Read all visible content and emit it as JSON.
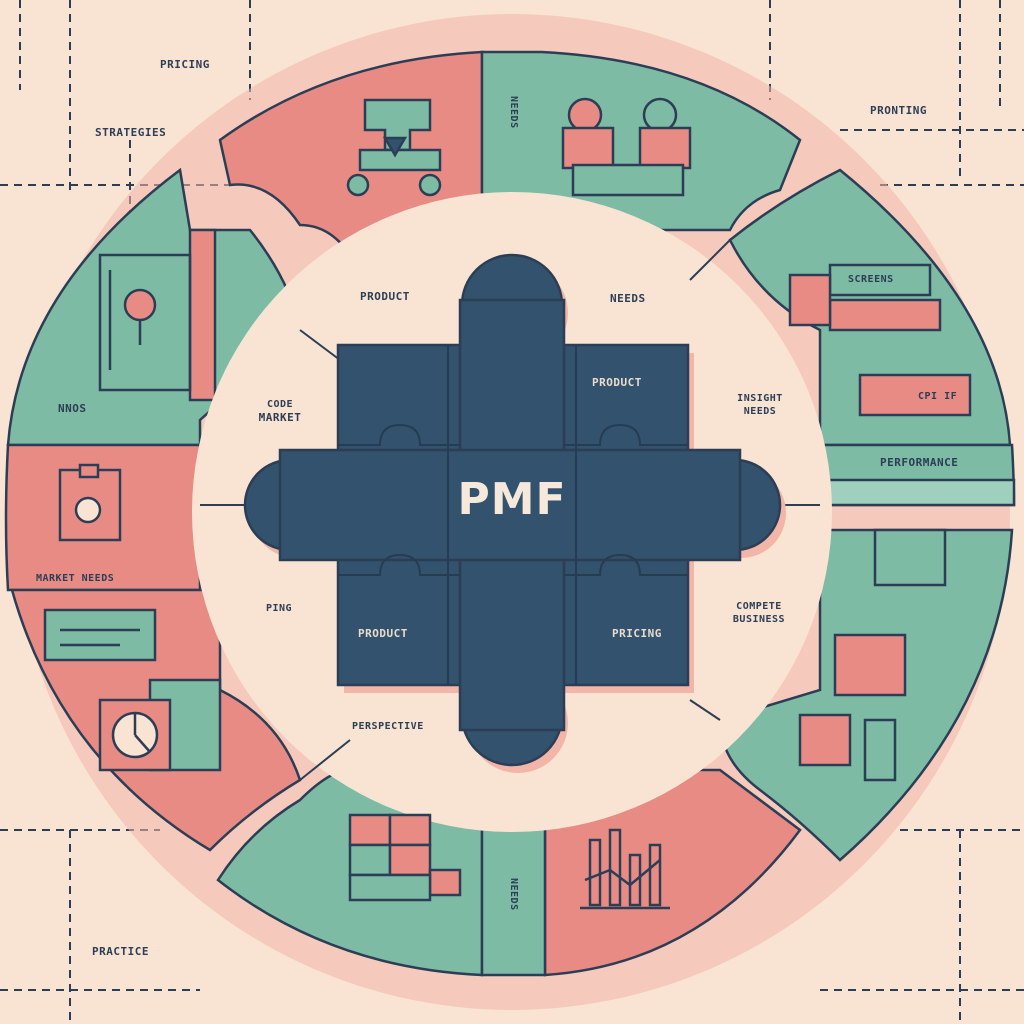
{
  "colors": {
    "background": "#f9e4d4",
    "navy": "#33526d",
    "teal": "#7dbba4",
    "coral": "#e98b85",
    "line": "#2c3e55",
    "shadow": "#f3b5a8"
  },
  "center": {
    "title": "PMF",
    "tl_label": "",
    "tr_label": "PRODUCT",
    "bl_label": "PRODUCT",
    "br_label": "PRICING"
  },
  "labels": {
    "top_left_1": "PRICING",
    "top_left_2": "STRATEGIES",
    "top_right": "PRONTING",
    "product_top": "PRODUCT",
    "needs_top": "NEEDS",
    "left_upper": "NNOS",
    "left_market_1": "CODE",
    "left_market_2": "MARKET",
    "right_insight_1": "INSIGHT",
    "right_insight_2": "NEEDS",
    "right_perf": "PERFORMANCE",
    "market_needs": "MARKET NEEDS",
    "ping": "PING",
    "right_compete_1": "COMPETE",
    "right_compete_2": "BUSINESS",
    "perspective": "PERSPECTIVE",
    "practice": "PRACTICE",
    "screens": "SCREENS",
    "top_vertical": "NEEDS",
    "bottom_vertical": "NEEDS",
    "bar_label": "CPI IF"
  }
}
